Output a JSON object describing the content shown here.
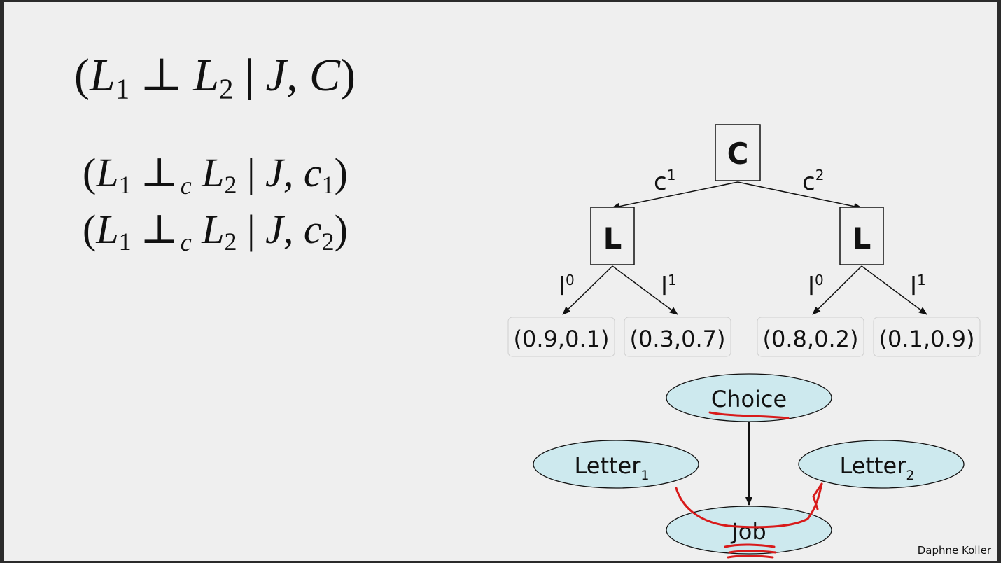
{
  "formulas": {
    "main": {
      "open": "(",
      "a": "L",
      "a_sub": "1",
      "op": "⊥",
      "b": "L",
      "b_sub": "2",
      "bar": "|",
      "given": "J, C",
      "close": ")"
    },
    "c1": {
      "open": "(",
      "a": "L",
      "a_sub": "1",
      "op": "⊥",
      "op_sub": "c",
      "b": "L",
      "b_sub": "2",
      "bar": "|",
      "given": "J, c",
      "given_sub": "1",
      "close": ")"
    },
    "c2": {
      "open": "(",
      "a": "L",
      "a_sub": "1",
      "op": "⊥",
      "op_sub": "c",
      "b": "L",
      "b_sub": "2",
      "bar": "|",
      "given": "J, c",
      "given_sub": "2",
      "close": ")"
    }
  },
  "tree": {
    "root": "C",
    "left_node": "L",
    "right_node": "L",
    "edge_c1": {
      "base": "c",
      "sup": "1"
    },
    "edge_c2": {
      "base": "c",
      "sup": "2"
    },
    "edge_l0_left": {
      "base": "l",
      "sup": "0"
    },
    "edge_l1_left": {
      "base": "l",
      "sup": "1"
    },
    "edge_l0_right": {
      "base": "l",
      "sup": "0"
    },
    "edge_l1_right": {
      "base": "l",
      "sup": "1"
    },
    "leaves": [
      "(0.9,0.1)",
      "(0.3,0.7)",
      "(0.8,0.2)",
      "(0.1,0.9)"
    ]
  },
  "network": {
    "choice": "Choice",
    "letter1": {
      "base": "Letter",
      "sub": "1"
    },
    "letter2": {
      "base": "Letter",
      "sub": "2"
    },
    "job": "Job"
  },
  "colors": {
    "node_fill": "#cde9ee",
    "annotation": "#d81b1b"
  },
  "signature": "Daphne Koller"
}
